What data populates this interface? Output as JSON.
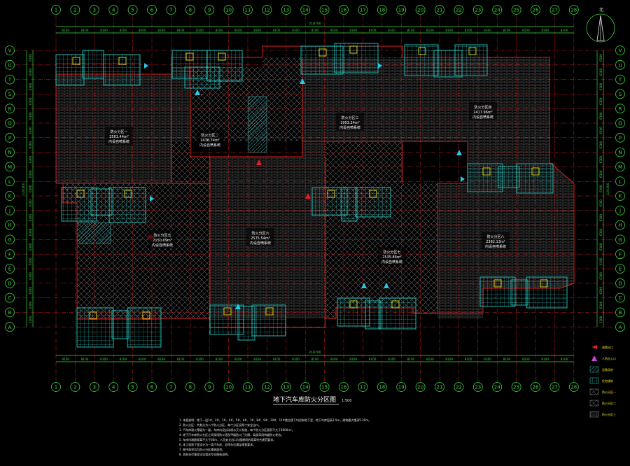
{
  "drawing": {
    "title": "地下汽车库防火分区图",
    "scale": "1:500",
    "north_symbol": "north-arrow-icon"
  },
  "column_grid": {
    "labels": [
      "1",
      "2",
      "3",
      "4",
      "5",
      "6",
      "7",
      "8",
      "9",
      "10",
      "11",
      "12",
      "13",
      "14",
      "15",
      "16",
      "17",
      "18",
      "19",
      "20",
      "21",
      "22",
      "23",
      "24",
      "25",
      "26",
      "27",
      "28"
    ],
    "bay_dims": [
      "8100",
      "8100",
      "8100",
      "8100",
      "8100",
      "8100",
      "8100",
      "8100",
      "8100",
      "8100",
      "8100",
      "8100",
      "8100",
      "8100",
      "8100",
      "8100",
      "8100",
      "8100",
      "8100",
      "8100",
      "8100",
      "8100",
      "8100",
      "8100",
      "8100",
      "8100",
      "8100"
    ],
    "overall_dim": "218700"
  },
  "row_grid": {
    "labels": [
      "V",
      "U",
      "T",
      "S",
      "R",
      "Q",
      "P",
      "N",
      "M",
      "L",
      "K",
      "J",
      "H",
      "G",
      "F",
      "E",
      "D",
      "C",
      "B",
      "A"
    ],
    "bay_dims": [
      "6300",
      "6300",
      "6300",
      "6300",
      "6300",
      "6300",
      "6300",
      "6300",
      "6300",
      "6300",
      "6300",
      "6300",
      "6300",
      "6300",
      "6300",
      "6300",
      "6300",
      "6300",
      "2300"
    ],
    "overall_dim": "120300"
  },
  "fire_zones": [
    {
      "name": "防火分区一",
      "area": "2501.44m²",
      "note": "内设自喷系统"
    },
    {
      "name": "防火分区二",
      "area": "2438.74m²",
      "note": "内设自喷系统"
    },
    {
      "name": "防火分区三",
      "area": "1953.24m²",
      "note": "内设自喷系统"
    },
    {
      "name": "防火分区四",
      "area": "2417.96m²",
      "note": "内设自喷系统"
    },
    {
      "name": "防火分区五",
      "area": "2150.09m²",
      "note": "内设自喷系统"
    },
    {
      "name": "防火分区六",
      "area": "2575.54m²",
      "note": "内设自喷系统"
    },
    {
      "name": "防火分区七",
      "area": "2535.86m²",
      "note": "内设自喷系统"
    },
    {
      "name": "防火分区八",
      "area": "2382.13m²",
      "note": "内设自喷系统"
    }
  ],
  "legend": [
    {
      "label": "疏散出口",
      "icon": "red-arrow-icon"
    },
    {
      "label": "人防出入口",
      "icon": "magenta-arrow-icon"
    },
    {
      "label": "设备用房",
      "icon": "hatch-diagonal-icon"
    },
    {
      "label": "住宅楼栋",
      "icon": "building-outline-icon"
    },
    {
      "label": "防火分区一",
      "icon": "hatch-cross-icon"
    },
    {
      "label": "防火分区二",
      "icon": "hatch-cross-icon"
    },
    {
      "label": "防火分区三",
      "icon": "hatch-brick-icon"
    }
  ],
  "notes": [
    "1. 本图说明：地下一层1#、2#、3#、4#、5#、6#、7#、8#、9#、10#、11#楼主楼下均设有地下室，地下车库层高3.5m，建筑最大埋深5.20m。",
    "2. 防火分区：共划分为八个防火分区，每个分区设两个安全出口。",
    "3. 汽车库耐火等级为一级，车库内设自动喷水灭火系统，每个防火分区面积不大于4000m²。",
    "4. 地下汽车库防火分区之间采用防火墙及甲级防火门分隔，局部采用特级防火卷帘。",
    "5. 车库内疏散距离不大于60m，人员安全出口与楼梯间的距离符合规范要求。",
    "6. 本工程地下室设计为一类汽车库，总停车位满足规划要求。",
    "7. 图中面积均为防火分区建筑面积。",
    "8. 其他未尽事宜详见相关专业图纸说明。"
  ],
  "colors": {
    "grid_line": "#d42020",
    "dimension": "#3fd43f",
    "bubble": "#3fd43f",
    "zone_boundary": "#e02020",
    "hatch": "#8c8c8c",
    "building": "#29e0d8",
    "building_accent": "#f0e020",
    "zone_text": "#ffffff"
  }
}
